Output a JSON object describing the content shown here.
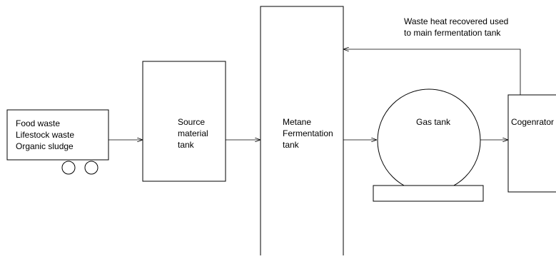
{
  "diagram": {
    "feed_box": {
      "lines": [
        "Food waste",
        "Lifestock waste",
        "Organic sludge"
      ]
    },
    "source_tank": {
      "lines": [
        "Source",
        "material",
        "tank"
      ]
    },
    "fermentation_tank": {
      "lines": [
        "Metane",
        "Fermentation",
        "tank"
      ]
    },
    "gas_tank": {
      "label": "Gas tank"
    },
    "cogenerator": {
      "label": "Cogenrator"
    },
    "waste_heat_note": {
      "lines": [
        "Waste heat recovered used",
        "to main fermentation tank"
      ]
    }
  },
  "colors": {
    "stroke": "#000000",
    "text": "#000000",
    "background": "#ffffff"
  }
}
